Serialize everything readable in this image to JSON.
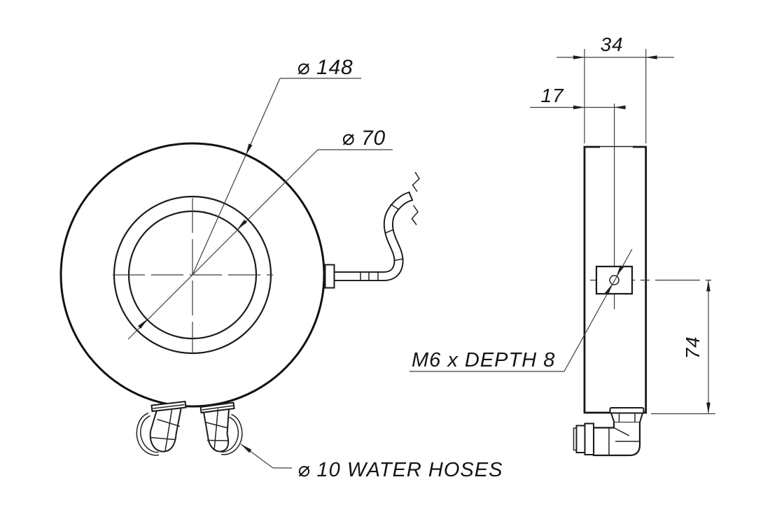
{
  "colors": {
    "background": "#ffffff",
    "outline": "#161616",
    "dimension_lines": "#3f3f3f",
    "text": "#141414"
  },
  "front_view": {
    "outer_diameter_label": "⌀ 148",
    "inner_diameter_label": "⌀ 70",
    "water_hoses_label": "⌀ 10 WATER HOSES"
  },
  "side_view": {
    "width_label": "34",
    "offset_label": "17",
    "height_label": "74",
    "thread_label": "M6 x DEPTH 8"
  }
}
